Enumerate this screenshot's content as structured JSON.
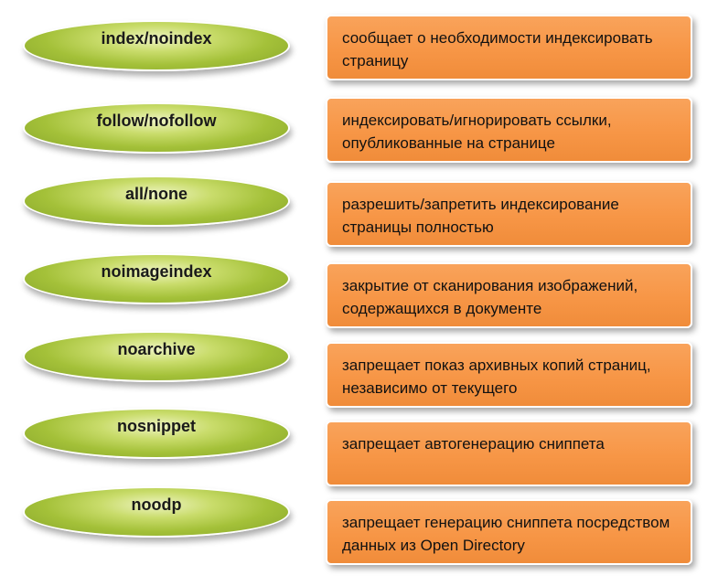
{
  "items": [
    {
      "term": "index/noindex",
      "description": "сообщает о необходимости индексировать страницу"
    },
    {
      "term": "follow/nofollow",
      "description": "индексировать/игнорировать ссылки, опубликованные на странице"
    },
    {
      "term": "all/none",
      "description": "разрешить/запретить индексирование страницы полностью"
    },
    {
      "term": "noimageindex",
      "description": "закрытие от сканирования изображений, содержащихся в документе"
    },
    {
      "term": "noarchive",
      "description": "запрещает показ архивных копий страниц, независимо от текущего"
    },
    {
      "term": "nosnippet",
      "description": "запрещает автогенерацию сниппета"
    },
    {
      "term": "noodp",
      "description": "запрещает генерацию сниппета посредством данных из Open Directory"
    }
  ],
  "colors": {
    "oval_fill": "#a4c139",
    "box_fill": "#f79646"
  }
}
